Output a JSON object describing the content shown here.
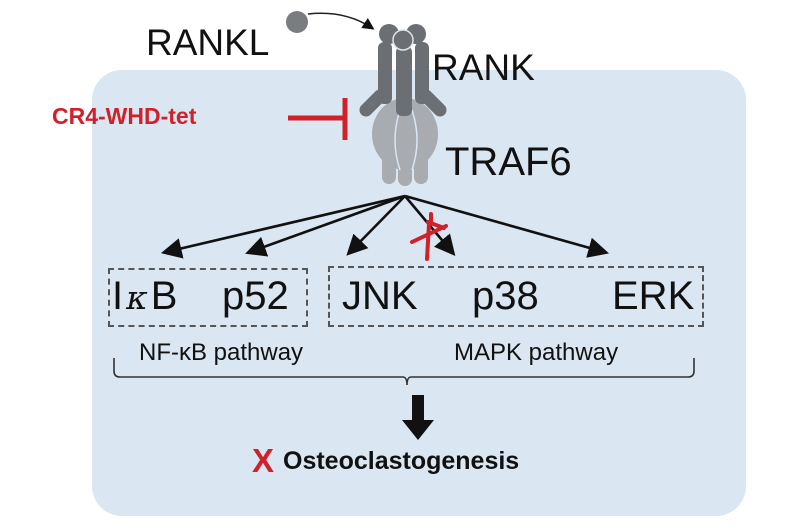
{
  "diagram": {
    "ligand": {
      "label": "RANKL"
    },
    "receptor": {
      "label": "RANK"
    },
    "adaptor": {
      "label": "TRAF6"
    },
    "inhibitor": {
      "label": "CR4-WHD-tet",
      "color": "#d0202a"
    },
    "nfkb_group": {
      "members": [
        {
          "label": "I",
          "greek": "κ",
          "suffix": "B"
        },
        {
          "label": "p52"
        }
      ],
      "pathway_label": "NF-κB  pathway"
    },
    "mapk_group": {
      "members": [
        {
          "label": "JNK"
        },
        {
          "label": "p38",
          "blocked": true
        },
        {
          "label": "ERK"
        }
      ],
      "pathway_label": "MAPK  pathway"
    },
    "outcome": {
      "label": "Osteoclastogenesis",
      "blocked_mark": "X"
    },
    "colors": {
      "panel": "#dae6f2",
      "receptor_dark": "#6b6f74",
      "receptor_light": "#a8abaf",
      "inhibit": "#d0202a"
    }
  }
}
